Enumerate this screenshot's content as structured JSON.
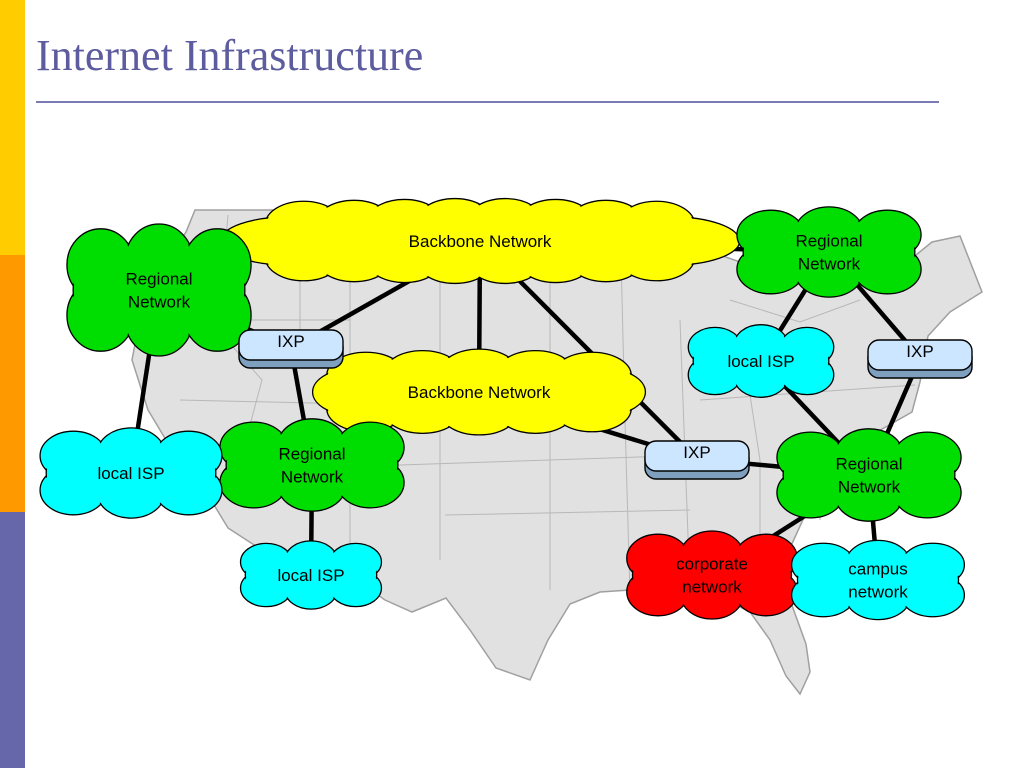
{
  "title": "Internet Infrastructure",
  "colors": {
    "backbone": "#ffff00",
    "regional": "#00dd00",
    "local_isp": "#00ffff",
    "corporate": "#ff0000",
    "ixp": "#cce6ff",
    "map_fill": "#e1e1e1",
    "map_border": "#a0a0a0"
  },
  "nodes": {
    "backbone_top": [
      "Backbone Network"
    ],
    "backbone_mid": [
      "Backbone Network"
    ],
    "regional_nw": [
      "Regional",
      "Network"
    ],
    "regional_ne": [
      "Regional",
      "Network"
    ],
    "regional_center": [
      "Regional",
      "Network"
    ],
    "regional_se": [
      "Regional",
      "Network"
    ],
    "ixp_west": [
      "IXP"
    ],
    "ixp_east": [
      "IXP"
    ],
    "ixp_center": [
      "IXP"
    ],
    "local_isp_west": [
      "local ISP"
    ],
    "local_isp_center": [
      "local ISP"
    ],
    "local_isp_east": [
      "local ISP"
    ],
    "corporate": [
      "corporate",
      "network"
    ],
    "campus": [
      "campus",
      "network"
    ]
  },
  "links": [
    [
      "backbone_top",
      "ixp_west"
    ],
    [
      "backbone_top",
      "backbone_mid"
    ],
    [
      "backbone_top",
      "ixp_center"
    ],
    [
      "backbone_top",
      "regional_ne"
    ],
    [
      "regional_nw",
      "ixp_west"
    ],
    [
      "regional_nw",
      "local_isp_west"
    ],
    [
      "ixp_west",
      "backbone_mid"
    ],
    [
      "ixp_west",
      "regional_center"
    ],
    [
      "backbone_mid",
      "ixp_center"
    ],
    [
      "regional_center",
      "local_isp_center"
    ],
    [
      "ixp_center",
      "regional_se"
    ],
    [
      "regional_ne",
      "local_isp_east"
    ],
    [
      "regional_ne",
      "ixp_east"
    ],
    [
      "ixp_east",
      "regional_se"
    ],
    [
      "local_isp_east",
      "regional_se"
    ],
    [
      "regional_se",
      "corporate"
    ],
    [
      "regional_se",
      "campus"
    ]
  ]
}
